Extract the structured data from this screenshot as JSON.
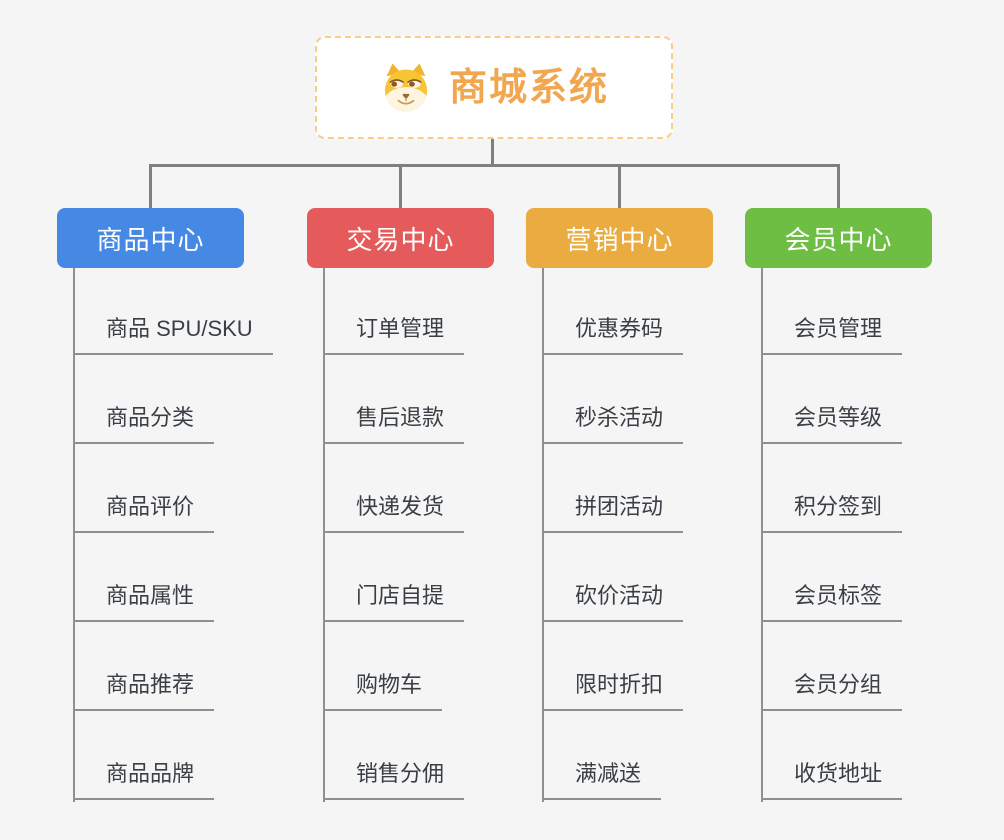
{
  "theme": {
    "background": "#f5f5f5",
    "connector_color": "#7f7f7f",
    "leaf_line_color": "#8f8f8f",
    "leaf_text_color": "#3a3f45",
    "root_border_color": "#f8cd8a",
    "root_text_color": "#f1a74f"
  },
  "root": {
    "label": "商城系统",
    "icon": "doge-icon",
    "background": "#ffffff"
  },
  "branches": [
    {
      "label": "商品中心",
      "color": "#4689e4",
      "children": [
        "商品 SPU/SKU",
        "商品分类",
        "商品评价",
        "商品属性",
        "商品推荐",
        "商品品牌"
      ]
    },
    {
      "label": "交易中心",
      "color": "#e55b5b",
      "children": [
        "订单管理",
        "售后退款",
        "快递发货",
        "门店自提",
        "购物车",
        "销售分佣"
      ]
    },
    {
      "label": "营销中心",
      "color": "#eaab40",
      "children": [
        "优惠券码",
        "秒杀活动",
        "拼团活动",
        "砍价活动",
        "限时折扣",
        "满减送"
      ]
    },
    {
      "label": "会员中心",
      "color": "#6fbe44",
      "children": [
        "会员管理",
        "会员等级",
        "积分签到",
        "会员标签",
        "会员分组",
        "收货地址"
      ]
    }
  ]
}
